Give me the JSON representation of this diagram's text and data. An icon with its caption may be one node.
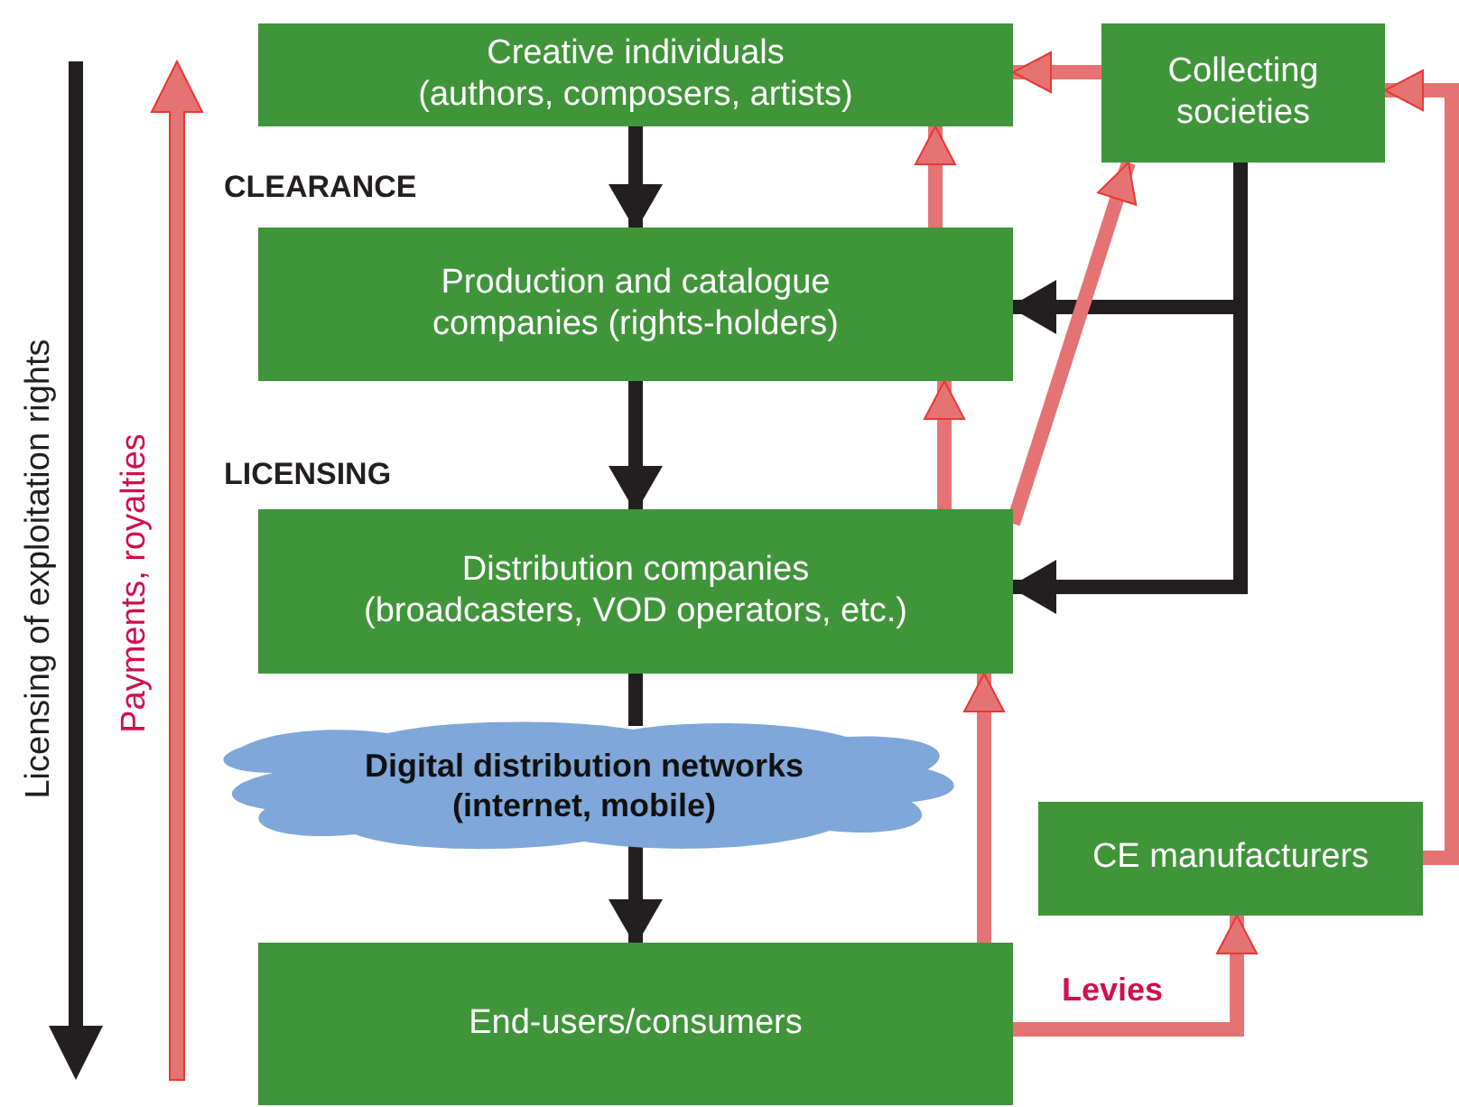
{
  "diagram": {
    "nodes": [
      {
        "text": [
          "Creative individuals (authors, composers, artists)"
        ]
      },
      {
        "text": [
          "Collecting societies"
        ]
      },
      {
        "text": [
          "Production and catalogue companies (rights-holders)"
        ]
      },
      {
        "text": [
          "Distribution companies (broadcasters, VOD operators, etc.)"
        ]
      },
      {
        "text": [
          "Digital distribution networks (internet, mobile)"
        ]
      },
      {
        "text": [
          "CE manufacturers"
        ]
      },
      {
        "text": [
          "End-users/consumers"
        ]
      }
    ],
    "edges": [
      {
        "from": 0,
        "to": 2,
        "arrow": "to",
        "color": "#231f20"
      },
      {
        "from": 2,
        "to": 3,
        "arrow": "to",
        "color": "#231f20"
      },
      {
        "from": 3,
        "to": 4,
        "arrow": "none",
        "color": "#231f20"
      },
      {
        "from": 4,
        "to": 6,
        "arrow": "to",
        "color": "#231f20"
      },
      {
        "from": 1,
        "to": 2,
        "arrow": "to",
        "color": "#231f20"
      },
      {
        "from": 1,
        "to": 3,
        "arrow": "to",
        "color": "#231f20"
      },
      {
        "from": 1,
        "to": 0,
        "arrow": "to"
      },
      {
        "from": 2,
        "to": 0,
        "arrow": "to"
      },
      {
        "from": 3,
        "to": 2,
        "arrow": "to"
      },
      {
        "from": 3,
        "to": 1,
        "arrow": "to"
      },
      {
        "from": 6,
        "to": 3,
        "arrow": "to"
      },
      {
        "from": 6,
        "to": 5,
        "arrow": "to",
        "label": "Levies"
      },
      {
        "from": 5,
        "to": 1,
        "arrow": "to"
      }
    ],
    "labels": [
      "Licensing of exploitation rights",
      "Payments, royalties",
      "CLEARANCE",
      "LICENSING"
    ]
  }
}
